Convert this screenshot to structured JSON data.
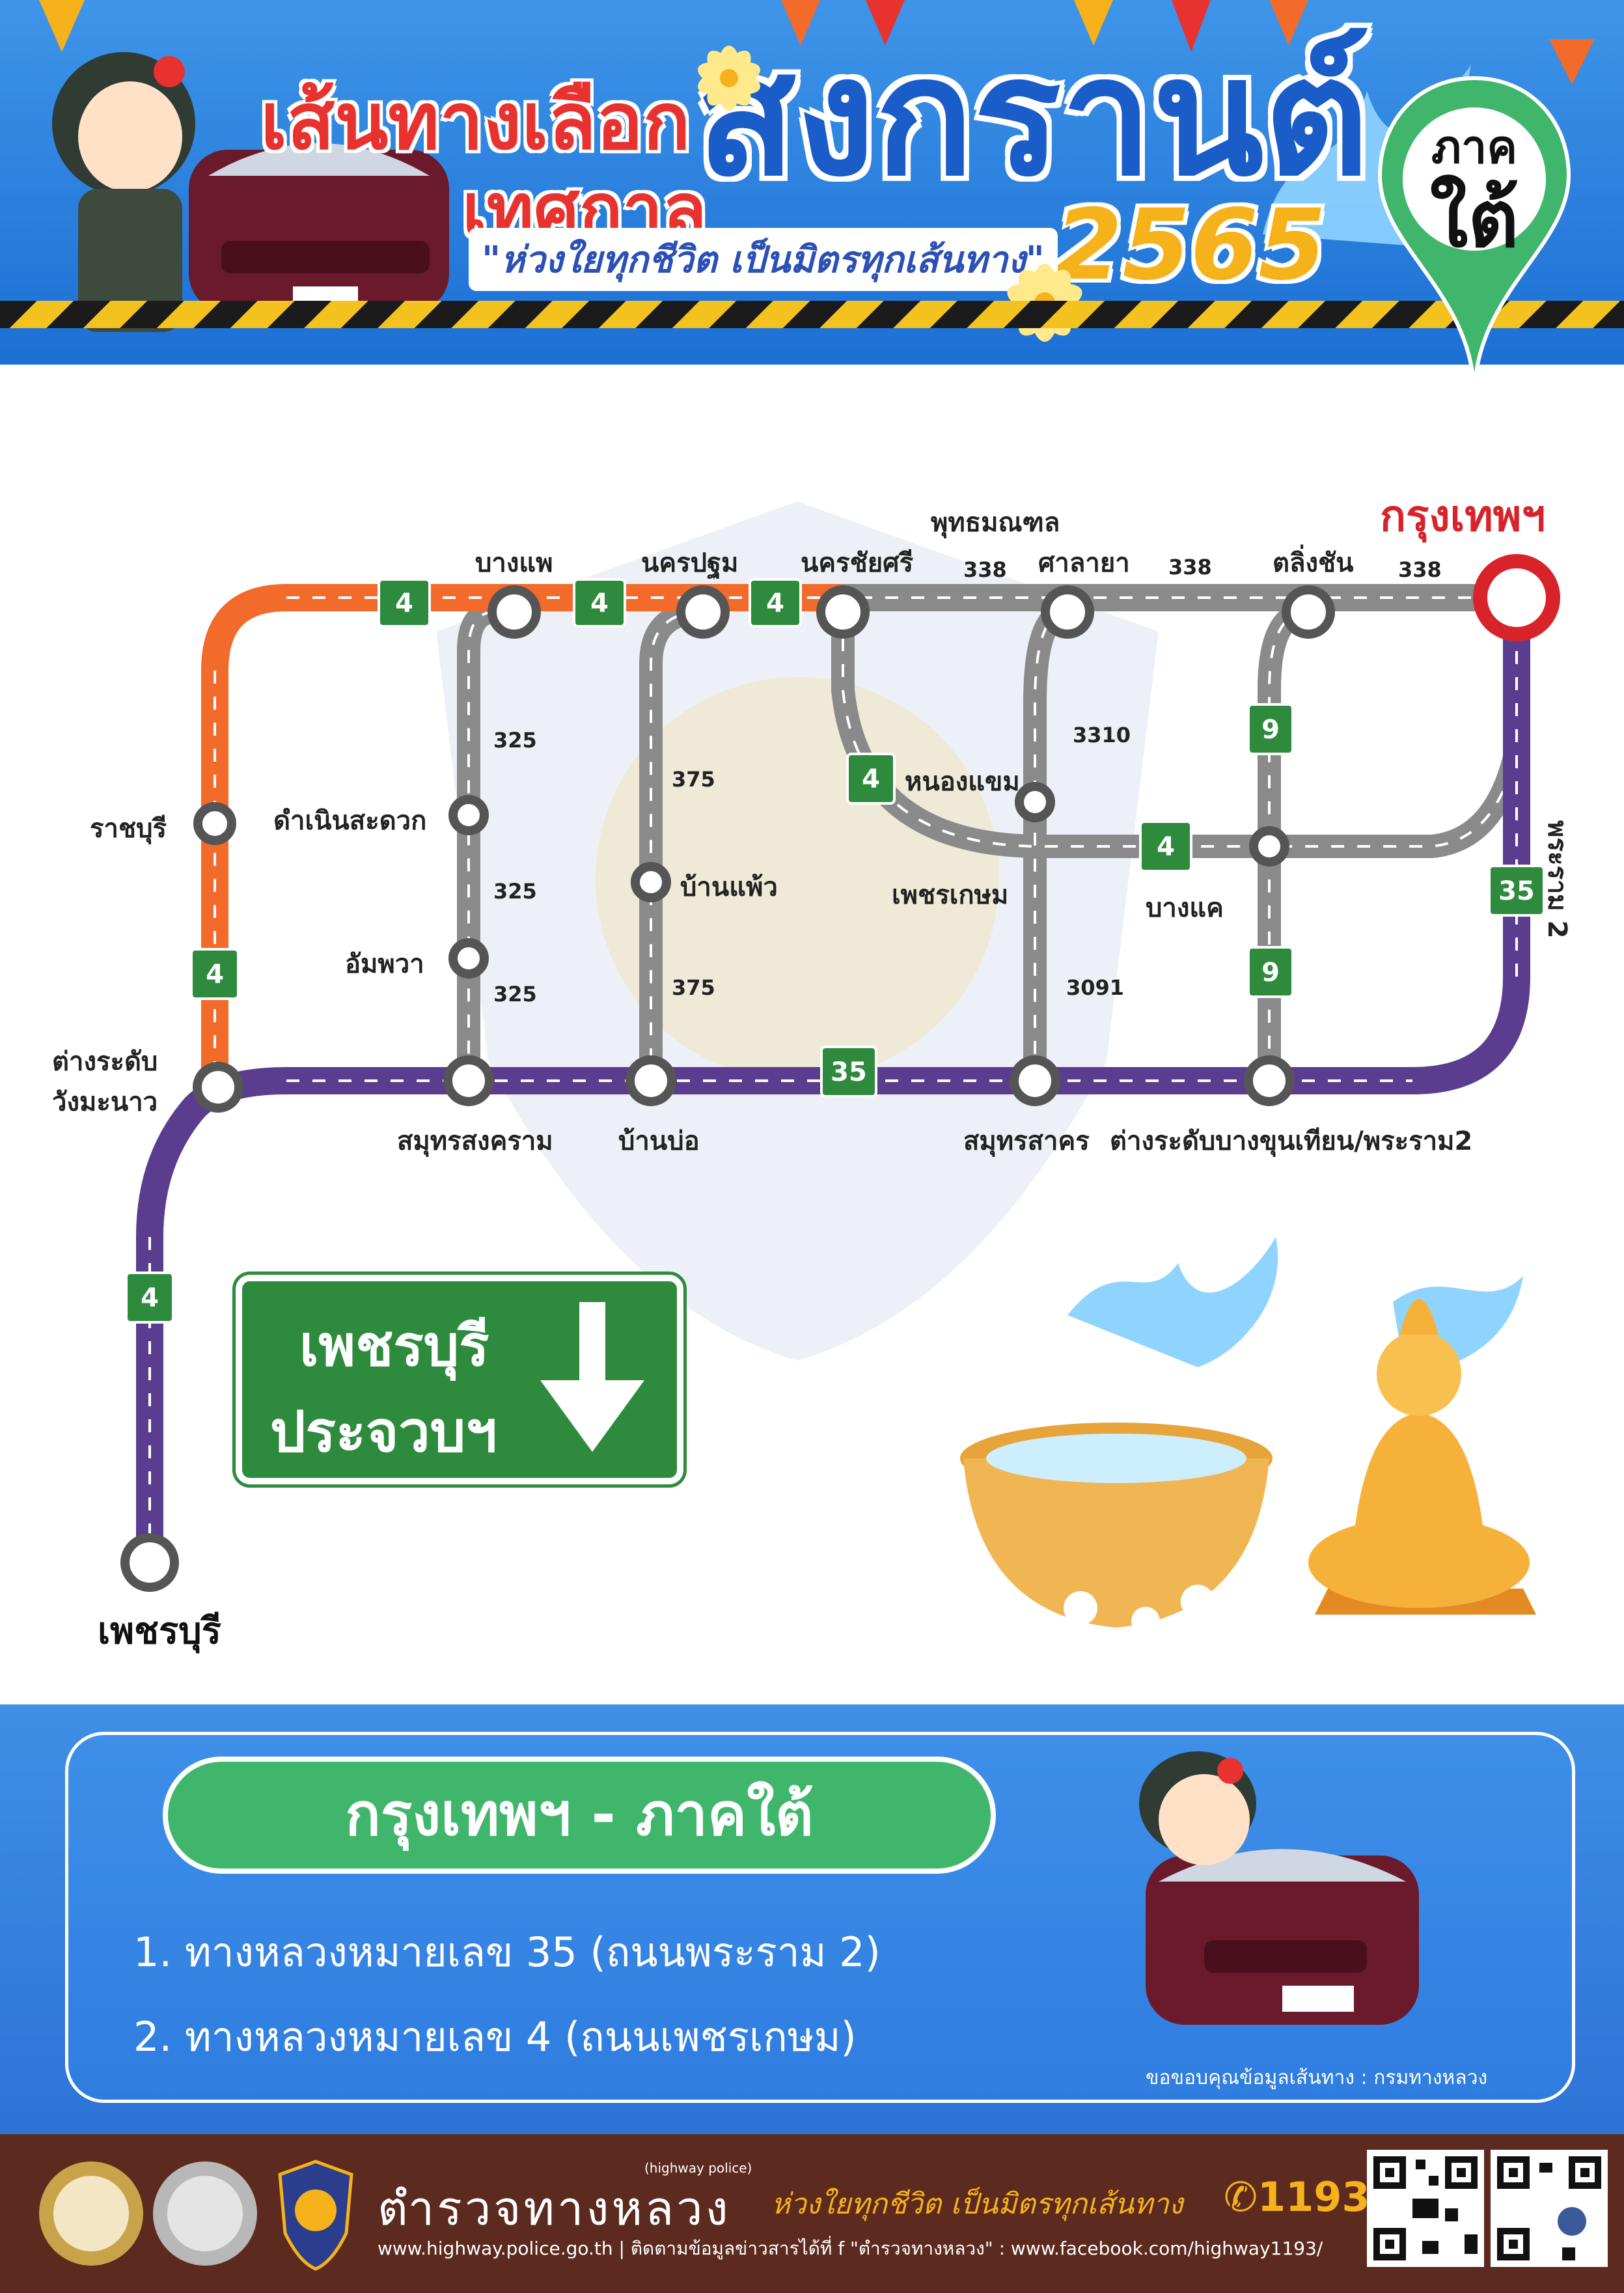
{
  "header": {
    "title_line1": "เส้นทางเลือก",
    "title_line2": "เทศกาล",
    "title_main": "สงกรานต์",
    "year": "2565",
    "slogan": "\"ห่วงใยทุกชีวิต เป็นมิตรทุกเส้นทาง\"",
    "region_small": "ภาค",
    "region_big": "ใต้"
  },
  "map": {
    "origin": "กรุงเทพฯ",
    "destination": "เพชรบุรี",
    "places": {
      "bang_phae": "บางแพ",
      "nakhon_pathom": "นครปฐม",
      "nakhon_chai_si": "นครชัยศรี",
      "phutthamonthon": "พุทธมณฑล",
      "sala_ya": "ศาลายา",
      "taling_chan": "ตลิ่งชัน",
      "ratchaburi": "ราชบุรี",
      "damnoen": "ดำเนินสะดวก",
      "ampawa": "อัมพวา",
      "nong_khaem": "หนองแขม",
      "ban_phaeo": "บ้านแพ้ว",
      "phetkasem": "เพชรเกษม",
      "bang_khae": "บางแค",
      "rama2": "พระราม 2",
      "wang_manao_1": "ต่างระดับ",
      "wang_manao_2": "วังมะนาว",
      "samut_songkhram": "สมุทรสงคราม",
      "ban_bo": "บ้านบ่อ",
      "samut_sakhon": "สมุทรสาคร",
      "bang_khun_thian": "ต่างระดับบางขุนเทียน/พระราม2"
    },
    "road_numbers": {
      "r338": "338",
      "r325": "325",
      "r375": "375",
      "r3310": "3310",
      "r3091": "3091"
    },
    "shields": {
      "h4": "4",
      "h9": "9",
      "h35": "35"
    },
    "sign_line1": "เพชรบุรี",
    "sign_line2": "ประจวบฯ"
  },
  "panel": {
    "title": "กรุงเทพฯ - ภาคใต้",
    "routes": [
      "1. ทางหลวงหมายเลข 35 (ถนนพระราม 2)",
      "2. ทางหลวงหมายเลข 4 (ถนนเพชรเกษม)"
    ],
    "credit": "ขอขอบคุณข้อมูลเส้นทาง : กรมทางหลวง"
  },
  "footer": {
    "org": "ตำรวจทางหลวง",
    "org_en": "(highway police)",
    "slogan": "ห่วงใยทุกชีวิต เป็นมิตรทุกเส้นทาง",
    "phone": "✆1193",
    "web": "www.highway.police.go.th | ติดตามข้อมูลข่าวสารได้ที่  f  \"ตำรวจทางหลวง\" : www.facebook.com/highway1193/"
  },
  "colors": {
    "route4": "#f26b2b",
    "route35": "#5a3d8f",
    "local": "#8a8a8a",
    "shield": "#2e8b3d",
    "accent_red": "#d8232a"
  }
}
